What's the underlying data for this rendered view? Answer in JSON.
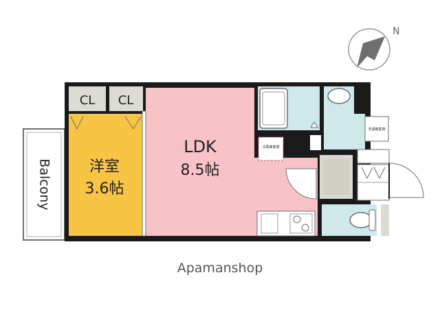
{
  "plan": {
    "rooms": {
      "ldk": {
        "name": "LDK",
        "size": "8.5帖"
      },
      "western_room": {
        "name": "洋室",
        "size": "3.6帖"
      },
      "balcony": "Balcony",
      "closet_1": "CL",
      "closet_2": "CL",
      "fridge_space": "冷蔵庫置場",
      "washer_space": "洗濯機置場"
    },
    "compass": {
      "north": "N"
    },
    "brand": "Apamanshop"
  },
  "colors": {
    "wall": "#1a1a1a",
    "ldk": "#f7c3c9",
    "western_room": "#f8c444",
    "wet_area": "#cfe8ea",
    "closet": "#dcdcd4",
    "entrance": "#d9d9d2",
    "balcony": "#ffffff",
    "brand_text": "#555555"
  }
}
